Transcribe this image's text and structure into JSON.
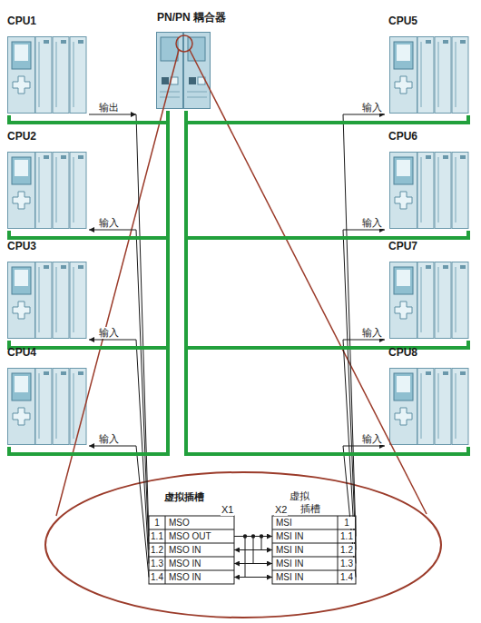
{
  "diagram": {
    "nodes": [
      {
        "text": [
          "CPU1"
        ]
      },
      {
        "text": [
          "PN/PN 耦合器"
        ]
      },
      {
        "text": [
          "CPU5"
        ]
      },
      {
        "text": [
          "CPU2"
        ]
      },
      {
        "text": [
          "CPU6"
        ]
      },
      {
        "text": [
          "CPU3"
        ]
      },
      {
        "text": [
          "CPU7"
        ]
      },
      {
        "text": [
          "CPU4"
        ]
      },
      {
        "text": [
          "CPU8"
        ]
      }
    ],
    "edges": [
      {
        "from": 0,
        "to": 1,
        "arrow": "none"
      },
      {
        "from": 2,
        "to": 1,
        "arrow": "none"
      },
      {
        "from": 3,
        "to": 1,
        "arrow": "none"
      },
      {
        "from": 4,
        "to": 1,
        "arrow": "none"
      },
      {
        "from": 5,
        "to": 1,
        "arrow": "none"
      },
      {
        "from": 6,
        "to": 1,
        "arrow": "none"
      },
      {
        "from": 7,
        "to": 1,
        "arrow": "none"
      },
      {
        "from": 8,
        "to": 1,
        "arrow": "none"
      }
    ],
    "labels": [
      "输出",
      "输入",
      "输入",
      "输入",
      "输入",
      "输入",
      "输入",
      "输入",
      "虚拟插槽",
      "X1",
      "虚拟",
      "插槽",
      "X2",
      "1",
      "MSO",
      "MSI",
      "1",
      "1.1",
      "MSO OUT",
      "MSI IN",
      "1.1",
      "1.2",
      "MSO IN",
      "MSI IN",
      "1.2",
      "1.3",
      "MSO IN",
      "MSI IN",
      "1.3",
      "1.4",
      "MSO IN",
      "MSI IN",
      "1.4"
    ]
  }
}
